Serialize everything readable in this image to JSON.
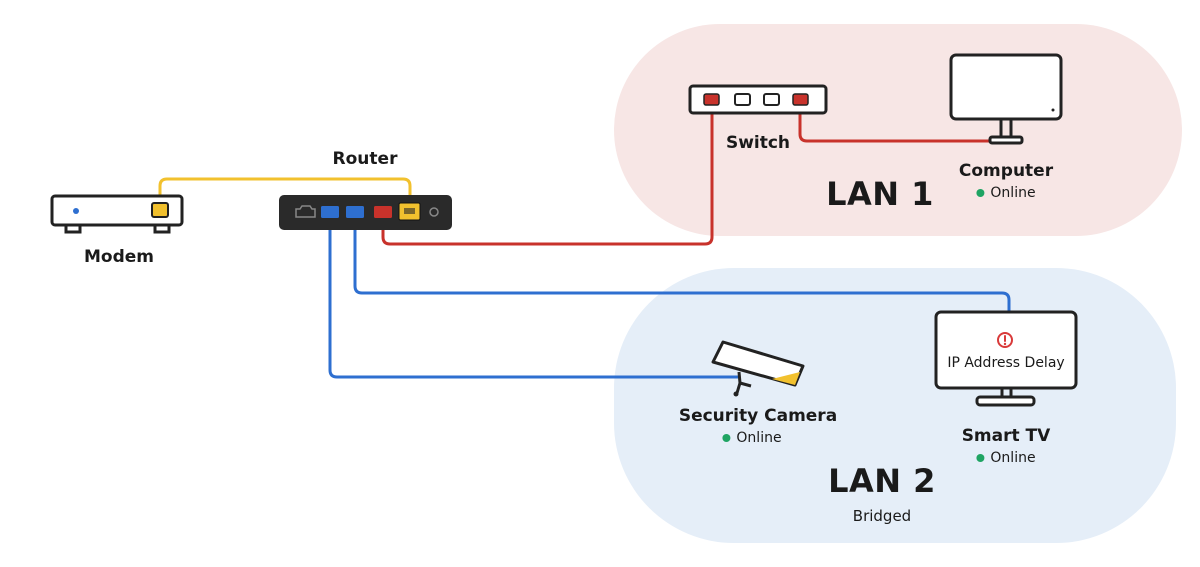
{
  "devices": {
    "modem": {
      "label": "Modem"
    },
    "router": {
      "label": "Router"
    },
    "switch": {
      "label": "Switch"
    },
    "computer": {
      "label": "Computer",
      "status": "Online"
    },
    "camera": {
      "label": "Security Camera",
      "status": "Online"
    },
    "tv": {
      "label": "Smart TV",
      "status": "Online",
      "screen_message": "IP Address Delay"
    }
  },
  "lans": {
    "lan1": {
      "title": "LAN 1",
      "fill": "#f7e6e5"
    },
    "lan2": {
      "title": "LAN 2",
      "subtitle": "Bridged",
      "fill": "#e5eef8"
    }
  },
  "colors": {
    "wan_cable": "#f2c12e",
    "lan1_cable": "#c8322b",
    "lan2_cable": "#2e6fd0",
    "online": "#1fa463",
    "warning": "#d93a3a",
    "device_dark": "#2a2a2a"
  },
  "icons": [
    "modem-icon",
    "router-icon",
    "switch-icon",
    "monitor-icon",
    "camera-icon",
    "tv-icon",
    "warning-icon"
  ]
}
